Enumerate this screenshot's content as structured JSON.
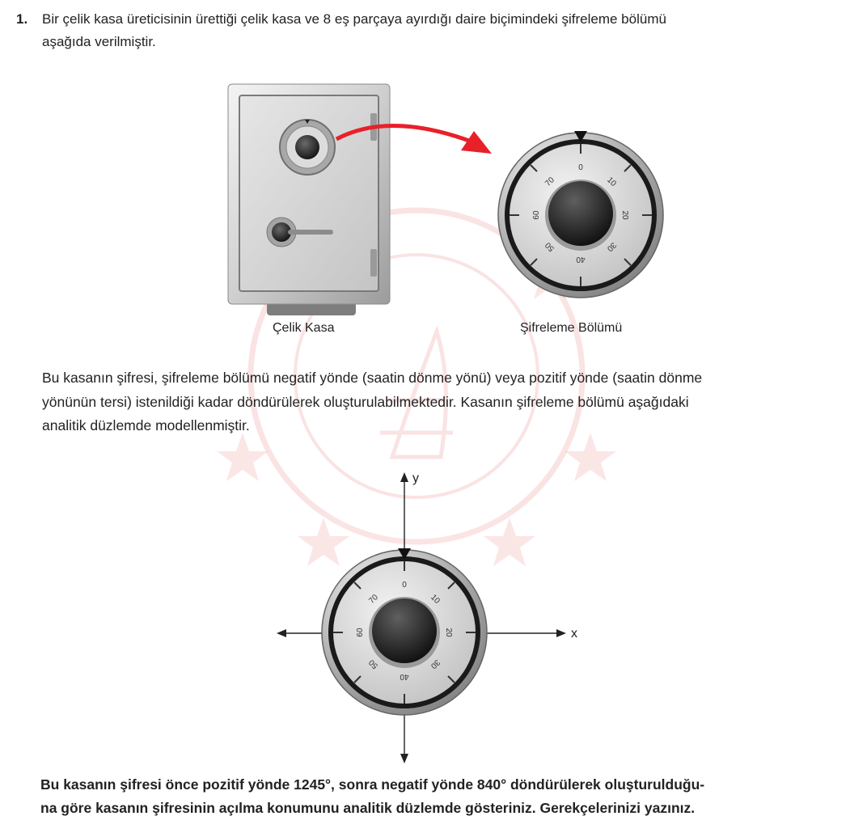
{
  "question": {
    "number": "1.",
    "intro_line1": "Bir çelik kasa üreticisinin ürettiği çelik kasa ve 8 eş parçaya ayırdığı daire biçimindeki şifreleme bölümü",
    "intro_line2": "aşağıda verilmiştir."
  },
  "captions": {
    "safe": "Çelik Kasa",
    "dial": "Şifreleme Bölümü"
  },
  "description": {
    "line1": "Bu kasanın şifresi, şifreleme bölümü negatif yönde (saatin dönme yönü) veya pozitif yönde (saatin dönme",
    "line2": "yönünün tersi) istenildiği kadar döndürülerek oluşturulabilmektedir. Kasanın şifreleme bölümü aşağıdaki",
    "line3": "analitik düzlemde modellenmiştir."
  },
  "axes": {
    "x": "x",
    "y": "y"
  },
  "dial_numbers": [
    "0",
    "10",
    "20",
    "30",
    "40",
    "50",
    "60",
    "70"
  ],
  "task": {
    "line1": "Bu kasanın şifresi önce pozitif yönde 1245°, sonra negatif yönde 840° döndürülerek oluşturulduğu-",
    "line2": "na göre kasanın şifresinin açılma konumunu analitik düzlemde gösteriniz. Gerekçelerinizi yazınız."
  },
  "colors": {
    "arrow": "#e8202a",
    "watermark": "#e03030"
  }
}
